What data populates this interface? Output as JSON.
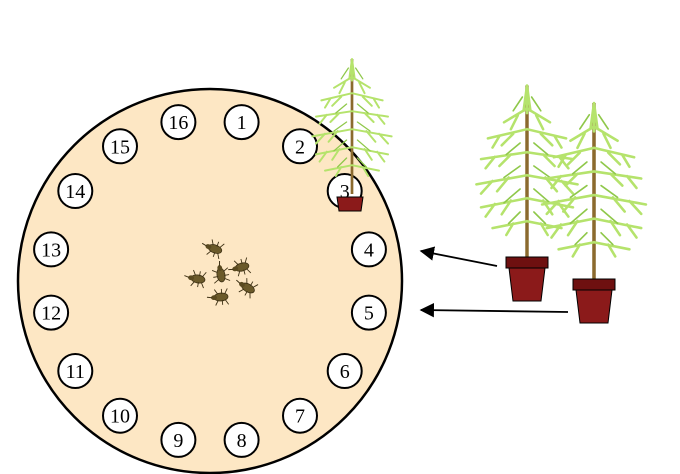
{
  "diagram": {
    "arena": {
      "fill": "#fde7c4",
      "stroke": "#000000"
    },
    "positions": [
      "1",
      "2",
      "3",
      "4",
      "5",
      "6",
      "7",
      "8",
      "9",
      "10",
      "11",
      "12",
      "13",
      "14",
      "15",
      "16"
    ],
    "colors": {
      "needle": "#b5e36c",
      "needle_dark": "#8fc84a",
      "trunk": "#8b6a2e",
      "pot": "#8b1a1a",
      "pot_rim": "#6e1010",
      "beetle": "#6b5a2a",
      "arrow": "#000000"
    },
    "icons": {
      "tree": "conifer-seedling-icon",
      "pot": "plant-pot-icon",
      "insect": "weevil-icon",
      "arrow": "arrow-left-icon"
    }
  }
}
